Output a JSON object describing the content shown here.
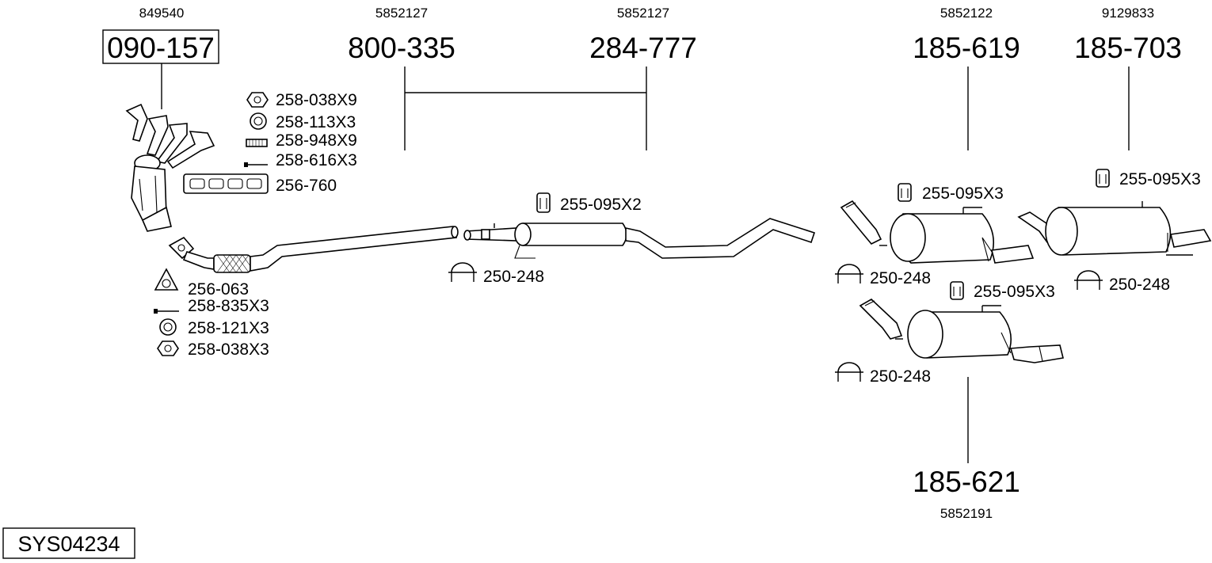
{
  "system_code": "SYS04234",
  "main_parts": [
    {
      "id": "p1",
      "part_no": "090-157",
      "oe": "849540",
      "boxed": true
    },
    {
      "id": "p2",
      "part_no": "800-335",
      "oe": "5852127"
    },
    {
      "id": "p3",
      "part_no": "284-777",
      "oe": "5852127"
    },
    {
      "id": "p4",
      "part_no": "185-619",
      "oe": "5852122"
    },
    {
      "id": "p5",
      "part_no": "185-703",
      "oe": "9129833"
    },
    {
      "id": "p6",
      "part_no": "185-621",
      "oe": "5852191"
    }
  ],
  "accessories": {
    "manifold_nut": "258-038X9",
    "manifold_ring": "258-113X3",
    "manifold_spring": "258-948X9",
    "manifold_bolt": "258-616X3",
    "manifold_gasket": "256-760",
    "front_gasket": "256-063",
    "front_bolt": "258-835X3",
    "front_ring": "258-121X3",
    "front_nut": "258-038X3",
    "mid_hanger": "255-095X2",
    "mid_clamp": "250-248",
    "rear1_hanger": "255-095X3",
    "rear1_clamp": "250-248",
    "rear2_hanger": "255-095X3",
    "rear2_clamp": "250-248",
    "rear3_hanger": "255-095X3",
    "rear3_clamp": "250-248"
  }
}
